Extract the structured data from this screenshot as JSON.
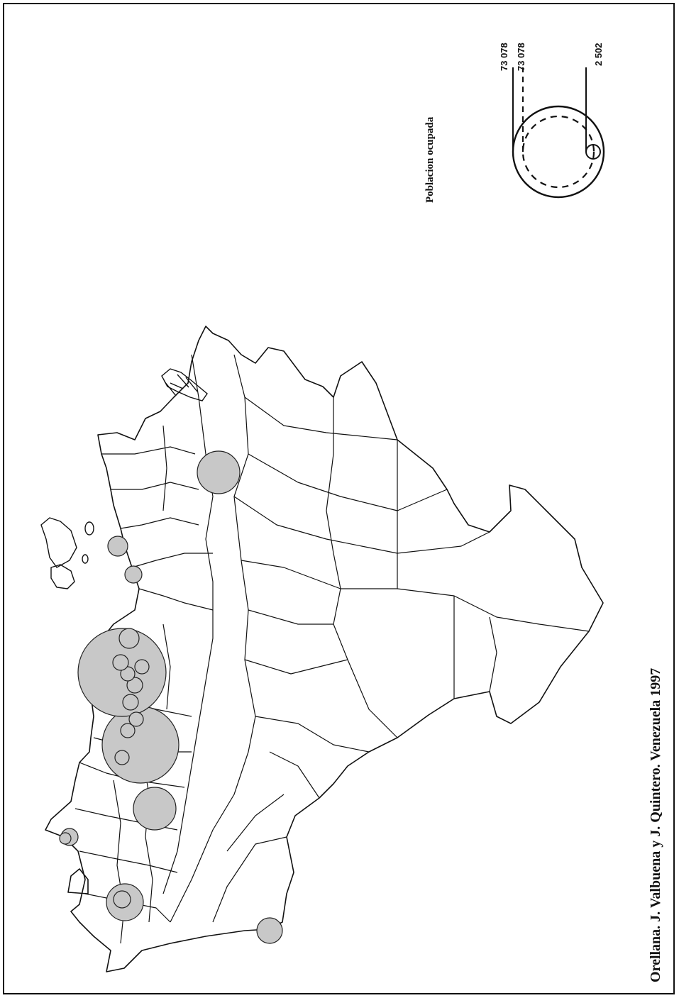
{
  "map": {
    "credit": "Orellana. J. Valbuena y J. Quintero. Venezuela 1997",
    "background_color": "#ffffff",
    "outline_color": "#111111",
    "symbol_fill": "#c8c8c8"
  },
  "legend": {
    "title": "Poblacion ocupada",
    "max_value": "73 078",
    "mid_value": "73 078",
    "min_value": "2 502"
  }
}
